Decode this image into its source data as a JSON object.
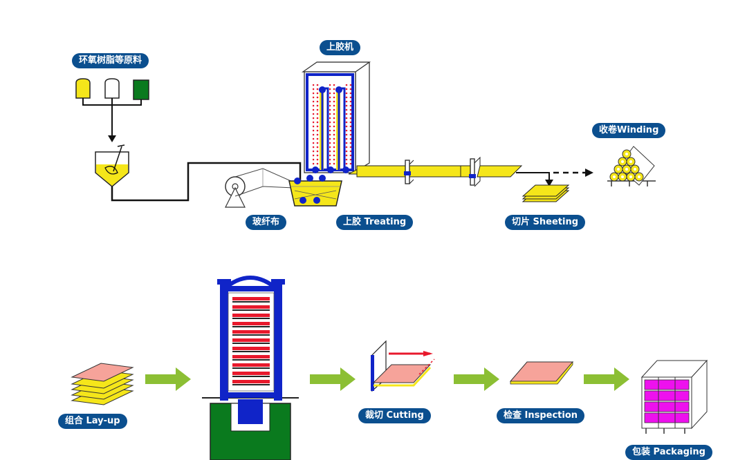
{
  "labels": {
    "raw_materials": "环氧树脂等原料",
    "glue_machine": "上胶机",
    "glass_fabric": "玻纤布",
    "treating": "上胶 Treating",
    "sheeting": "切片 Sheeting",
    "winding": "收卷Winding",
    "layup": "组合 Lay-up",
    "cutting": "裁切 Cutting",
    "inspection": "检查 Inspection",
    "packaging": "包装 Packaging"
  },
  "colors": {
    "label_bg": "#0b4f8f",
    "yellow": "#f5e61a",
    "blue": "#1024c8",
    "green": "#0a7a1e",
    "pink": "#f6a39a",
    "magenta": "#ee11ee",
    "arrow": "#8cbf34",
    "red": "#e8192c"
  }
}
